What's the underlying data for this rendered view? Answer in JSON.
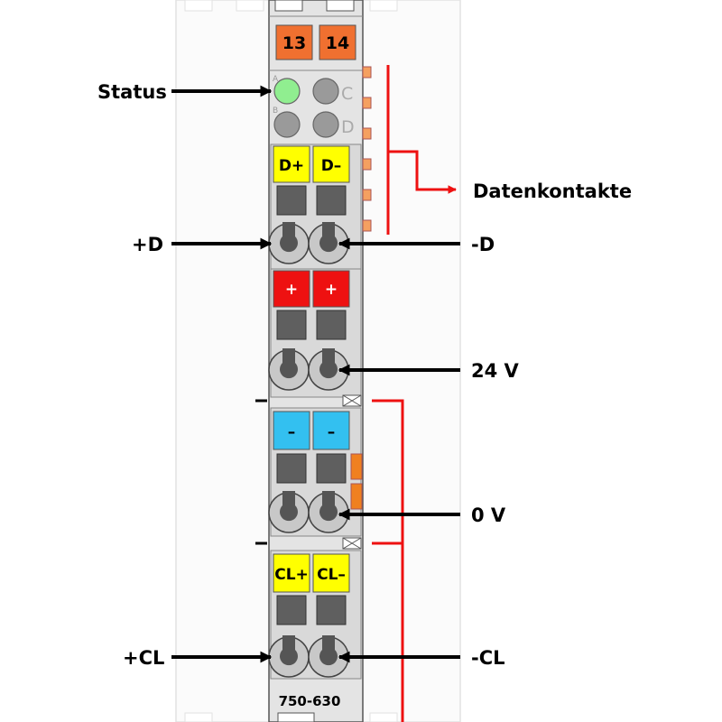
{
  "module": {
    "part_number": "750-630",
    "channel_numbers": [
      "13",
      "14"
    ],
    "led_letters": [
      "A",
      "C",
      "B",
      "D"
    ],
    "slots": [
      {
        "left": "D+",
        "right": "D–",
        "color": "#ffff00"
      },
      {
        "left": "+",
        "right": "+",
        "color": "#ee1111"
      },
      {
        "left": "–",
        "right": "–",
        "color": "#33c0f0"
      },
      {
        "left": "CL+",
        "right": "CL–",
        "color": "#ffff00"
      }
    ]
  },
  "labels": {
    "status": "Status",
    "data_contacts": "Datenkontakte",
    "plus_d": "+D",
    "minus_d": "-D",
    "v24": "24 V",
    "v0": "0 V",
    "plus_cl": "+CL",
    "minus_cl": "-CL"
  },
  "colors": {
    "accent_red": "#ee1111",
    "arrow": "#000000",
    "body": "#e4e4e4",
    "terminal_dark": "#5f5f5f",
    "status_led": "#90ee90",
    "contact_orange": "#f5a060"
  }
}
